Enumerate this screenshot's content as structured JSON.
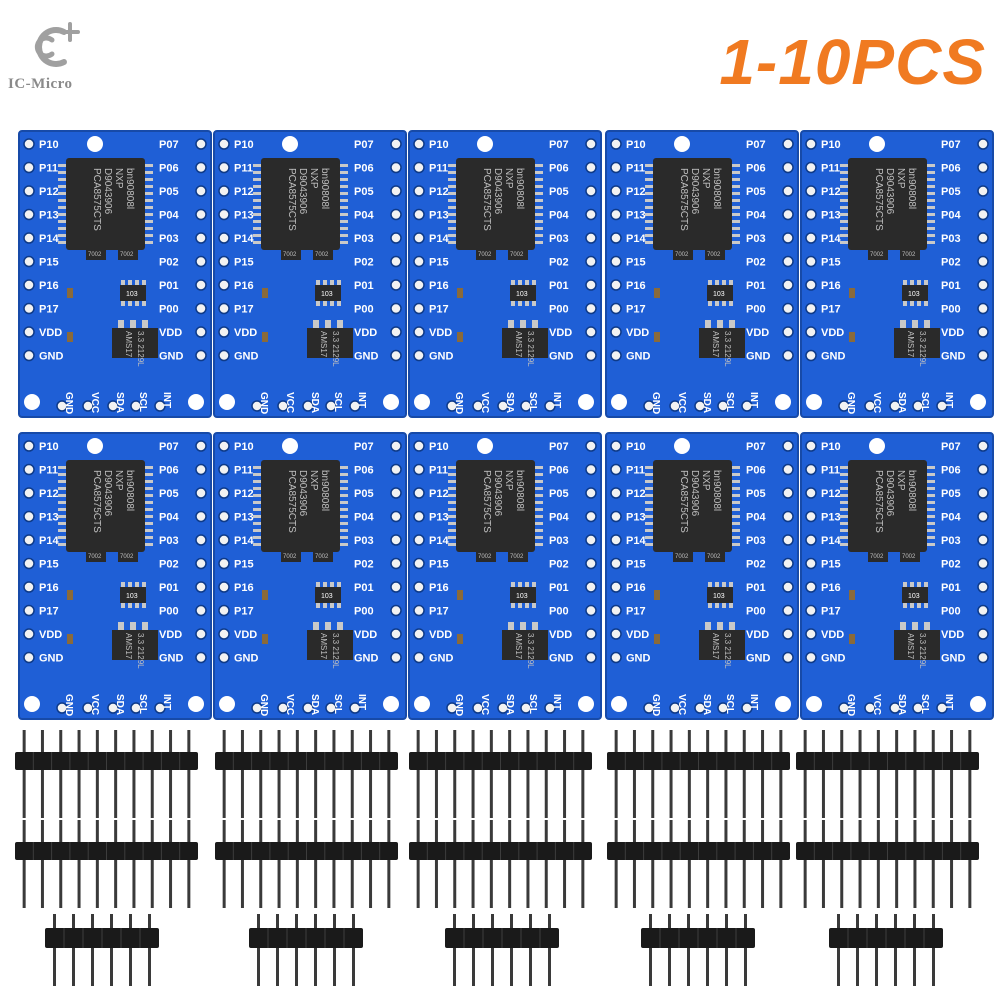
{
  "brand": {
    "name": "IC-Micro",
    "logo_icon": "ic-micro-logo-icon"
  },
  "headline": "1-10PCS",
  "board": {
    "left_pins": [
      "P10",
      "P11",
      "P12",
      "P13",
      "P14",
      "P15",
      "P16",
      "P17",
      "VDD",
      "GND"
    ],
    "right_pins": [
      "P07",
      "P06",
      "P05",
      "P04",
      "P03",
      "P02",
      "P01",
      "P00",
      "VDD",
      "GND"
    ],
    "bottom_pins": [
      "GND",
      "VCC",
      "SDA",
      "SCL",
      "INT"
    ],
    "chip_text": [
      "PCA8575CTS",
      "D9043906",
      "NXP",
      "bn90808l"
    ],
    "regulator_text": [
      "AMS17",
      "3.3 2129L"
    ],
    "transistor_text": [
      "7002",
      "7002"
    ],
    "resistor_text": "103"
  },
  "module_count": 10,
  "colors": {
    "pcb": "#1f5fd6",
    "pcb_edge": "#174aa8",
    "silkscreen": "#ffffff",
    "chip": "#2a2a2a",
    "headline": "#f07a21",
    "pad": "#f2f2f2"
  }
}
